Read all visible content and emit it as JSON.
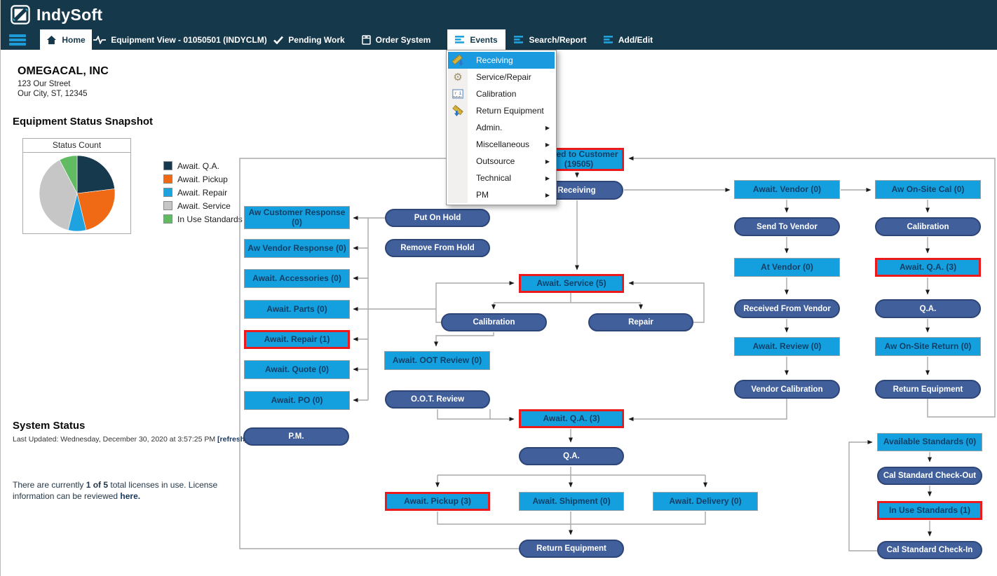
{
  "app": {
    "brand": "IndySoft"
  },
  "nav": {
    "tabs": [
      {
        "id": "home",
        "label": "Home",
        "icon": "home-icon",
        "active": true
      },
      {
        "id": "equipment",
        "label": "Equipment View - 01050501 (INDYCLM)",
        "icon": "waveform-icon",
        "active": false
      },
      {
        "id": "pending",
        "label": "Pending Work",
        "icon": "check-icon",
        "active": false
      },
      {
        "id": "order",
        "label": "Order System",
        "icon": "order-icon",
        "active": false
      },
      {
        "id": "events",
        "label": "Events",
        "icon": "bars-icon",
        "active": true
      },
      {
        "id": "search",
        "label": "Search/Report",
        "icon": "bars-icon",
        "active": false
      },
      {
        "id": "addedit",
        "label": "Add/Edit",
        "icon": "bars-icon",
        "active": false
      }
    ]
  },
  "events_menu": {
    "items": [
      {
        "label": "Receiving",
        "icon": "ruler-receive-icon",
        "highlighted": true,
        "has_submenu": false
      },
      {
        "label": "Service/Repair",
        "icon": "gear-icon",
        "highlighted": false,
        "has_submenu": false
      },
      {
        "label": "Calibration",
        "icon": "calibration-icon",
        "highlighted": false,
        "has_submenu": false
      },
      {
        "label": "Return Equipment",
        "icon": "ruler-return-icon",
        "highlighted": false,
        "has_submenu": false
      },
      {
        "label": "Admin.",
        "icon": null,
        "highlighted": false,
        "has_submenu": true
      },
      {
        "label": "Miscellaneous",
        "icon": null,
        "highlighted": false,
        "has_submenu": true
      },
      {
        "label": "Outsource",
        "icon": null,
        "highlighted": false,
        "has_submenu": true
      },
      {
        "label": "Technical",
        "icon": null,
        "highlighted": false,
        "has_submenu": true
      },
      {
        "label": "PM",
        "icon": null,
        "highlighted": false,
        "has_submenu": true
      }
    ]
  },
  "company": {
    "name": "OMEGACAL, INC",
    "address_line1": "123 Our Street",
    "address_line2": "Our City, ST, 12345"
  },
  "snapshot": {
    "title": "Equipment Status Snapshot"
  },
  "chart_data": {
    "type": "pie",
    "title": "Status Count",
    "labels": [
      "Await. Q.A.",
      "Await. Pickup",
      "Await. Repair",
      "Await. Service",
      "In Use Standards"
    ],
    "values": [
      3,
      3,
      1,
      5,
      1
    ],
    "colors": [
      "#17394E",
      "#F06A15",
      "#1FA2E0",
      "#C6C6C6",
      "#62BB62"
    ],
    "legend_position": "right",
    "start_angle_deg": -90,
    "direction": "clockwise"
  },
  "system_status": {
    "title": "System Status",
    "last_updated": "Last Updated: Wednesday, December 30, 2020 at 3:57:25 PM ",
    "refresh_label": "[refresh]",
    "license_text_1": "There are currently ",
    "license_bold": "1 of 5",
    "license_text_2": " total licenses in use. License information can be reviewed ",
    "license_link": "here."
  },
  "flowchart": {
    "nodes": [
      {
        "id": "issued-to-customer",
        "label": "Issued to Customer (19505)",
        "kind": "status",
        "alert": true
      },
      {
        "id": "receiving",
        "label": "Receiving",
        "kind": "event",
        "alert": false
      },
      {
        "id": "await-vendor",
        "label": "Await. Vendor (0)",
        "kind": "status",
        "alert": false
      },
      {
        "id": "send-to-vendor",
        "label": "Send To Vendor",
        "kind": "event",
        "alert": false
      },
      {
        "id": "at-vendor",
        "label": "At Vendor (0)",
        "kind": "status",
        "alert": false
      },
      {
        "id": "received-from-vendor",
        "label": "Received From Vendor",
        "kind": "event",
        "alert": false
      },
      {
        "id": "await-review",
        "label": "Await. Review (0)",
        "kind": "status",
        "alert": false
      },
      {
        "id": "vendor-calibration",
        "label": "Vendor Calibration",
        "kind": "event",
        "alert": false
      },
      {
        "id": "aw-onsite-cal",
        "label": "Aw On-Site Cal (0)",
        "kind": "status",
        "alert": false
      },
      {
        "id": "calibration-onsite",
        "label": "Calibration",
        "kind": "event",
        "alert": false
      },
      {
        "id": "await-qa-onsite",
        "label": "Await. Q.A. (3)",
        "kind": "status",
        "alert": true
      },
      {
        "id": "qa-onsite",
        "label": "Q.A.",
        "kind": "event",
        "alert": false
      },
      {
        "id": "aw-onsite-return",
        "label": "Aw On-Site Return (0)",
        "kind": "status",
        "alert": false
      },
      {
        "id": "return-equipment-onsite",
        "label": "Return Equipment",
        "kind": "event",
        "alert": false
      },
      {
        "id": "aw-customer-response",
        "label": "Aw Customer Response (0)",
        "kind": "status",
        "alert": false
      },
      {
        "id": "aw-vendor-response",
        "label": "Aw Vendor Response (0)",
        "kind": "status",
        "alert": false
      },
      {
        "id": "await-accessories",
        "label": "Await. Accessories (0)",
        "kind": "status",
        "alert": false
      },
      {
        "id": "await-parts",
        "label": "Await. Parts (0)",
        "kind": "status",
        "alert": false
      },
      {
        "id": "await-repair",
        "label": "Await. Repair (1)",
        "kind": "status",
        "alert": true
      },
      {
        "id": "await-quote",
        "label": "Await. Quote (0)",
        "kind": "status",
        "alert": false
      },
      {
        "id": "await-po",
        "label": "Await. PO (0)",
        "kind": "status",
        "alert": false
      },
      {
        "id": "pm",
        "label": "P.M.",
        "kind": "event",
        "alert": false
      },
      {
        "id": "put-on-hold",
        "label": "Put On Hold",
        "kind": "event",
        "alert": false
      },
      {
        "id": "remove-from-hold",
        "label": "Remove From Hold",
        "kind": "event",
        "alert": false
      },
      {
        "id": "await-service",
        "label": "Await. Service (5)",
        "kind": "status",
        "alert": true
      },
      {
        "id": "calibration-center",
        "label": "Calibration",
        "kind": "event",
        "alert": false
      },
      {
        "id": "repair",
        "label": "Repair",
        "kind": "event",
        "alert": false
      },
      {
        "id": "await-oot-review",
        "label": "Await. OOT Review (0)",
        "kind": "status",
        "alert": false
      },
      {
        "id": "oot-review",
        "label": "O.O.T. Review",
        "kind": "event",
        "alert": false
      },
      {
        "id": "await-qa-center",
        "label": "Await. Q.A. (3)",
        "kind": "status",
        "alert": true
      },
      {
        "id": "qa-center",
        "label": "Q.A.",
        "kind": "event",
        "alert": false
      },
      {
        "id": "await-pickup",
        "label": "Await. Pickup (3)",
        "kind": "status",
        "alert": true
      },
      {
        "id": "await-shipment",
        "label": "Await. Shipment (0)",
        "kind": "status",
        "alert": false
      },
      {
        "id": "await-delivery",
        "label": "Await. Delivery (0)",
        "kind": "status",
        "alert": false
      },
      {
        "id": "return-equipment-center",
        "label": "Return Equipment",
        "kind": "event",
        "alert": false
      },
      {
        "id": "available-standards",
        "label": "Available Standards (0)",
        "kind": "status",
        "alert": false
      },
      {
        "id": "cal-standard-checkout",
        "label": "Cal Standard Check-Out",
        "kind": "event",
        "alert": false
      },
      {
        "id": "in-use-standards",
        "label": "In Use Standards (1)",
        "kind": "status",
        "alert": true
      },
      {
        "id": "cal-standard-checkin",
        "label": "Cal Standard Check-In",
        "kind": "event",
        "alert": false
      }
    ]
  },
  "colors": {
    "header_navy": "#16384B",
    "accent_cyan": "#1D9BD9",
    "status_fill": "#14A0DF",
    "event_fill": "#41609B",
    "alert_red": "#EC1A1A",
    "menu_highlight": "#1C9ADF"
  }
}
